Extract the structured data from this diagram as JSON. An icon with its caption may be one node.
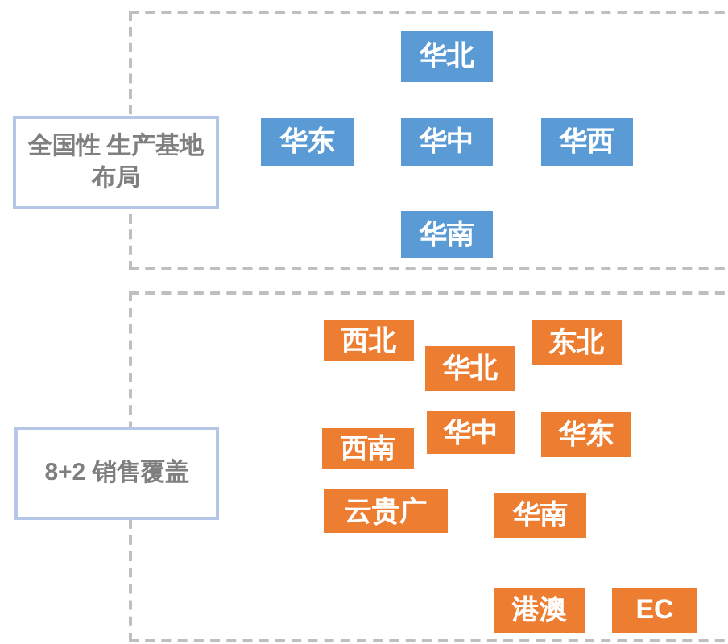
{
  "diagram": {
    "nodes": [
      {
        "text": [
          "全国性 生产基地布局"
        ]
      },
      {
        "text": [
          "华北"
        ]
      },
      {
        "text": [
          "华东"
        ]
      },
      {
        "text": [
          "华中"
        ]
      },
      {
        "text": [
          "华西"
        ]
      },
      {
        "text": [
          "华南"
        ]
      },
      {
        "text": [
          "8+2 销售覆盖"
        ]
      },
      {
        "text": [
          "西北"
        ]
      },
      {
        "text": [
          "华北"
        ]
      },
      {
        "text": [
          "东北"
        ]
      },
      {
        "text": [
          "西南"
        ]
      },
      {
        "text": [
          "华中"
        ]
      },
      {
        "text": [
          "华东"
        ]
      },
      {
        "text": [
          "云贵广"
        ]
      },
      {
        "text": [
          "华南"
        ]
      },
      {
        "text": [
          "港澳"
        ]
      },
      {
        "text": [
          "EC"
        ]
      }
    ]
  }
}
